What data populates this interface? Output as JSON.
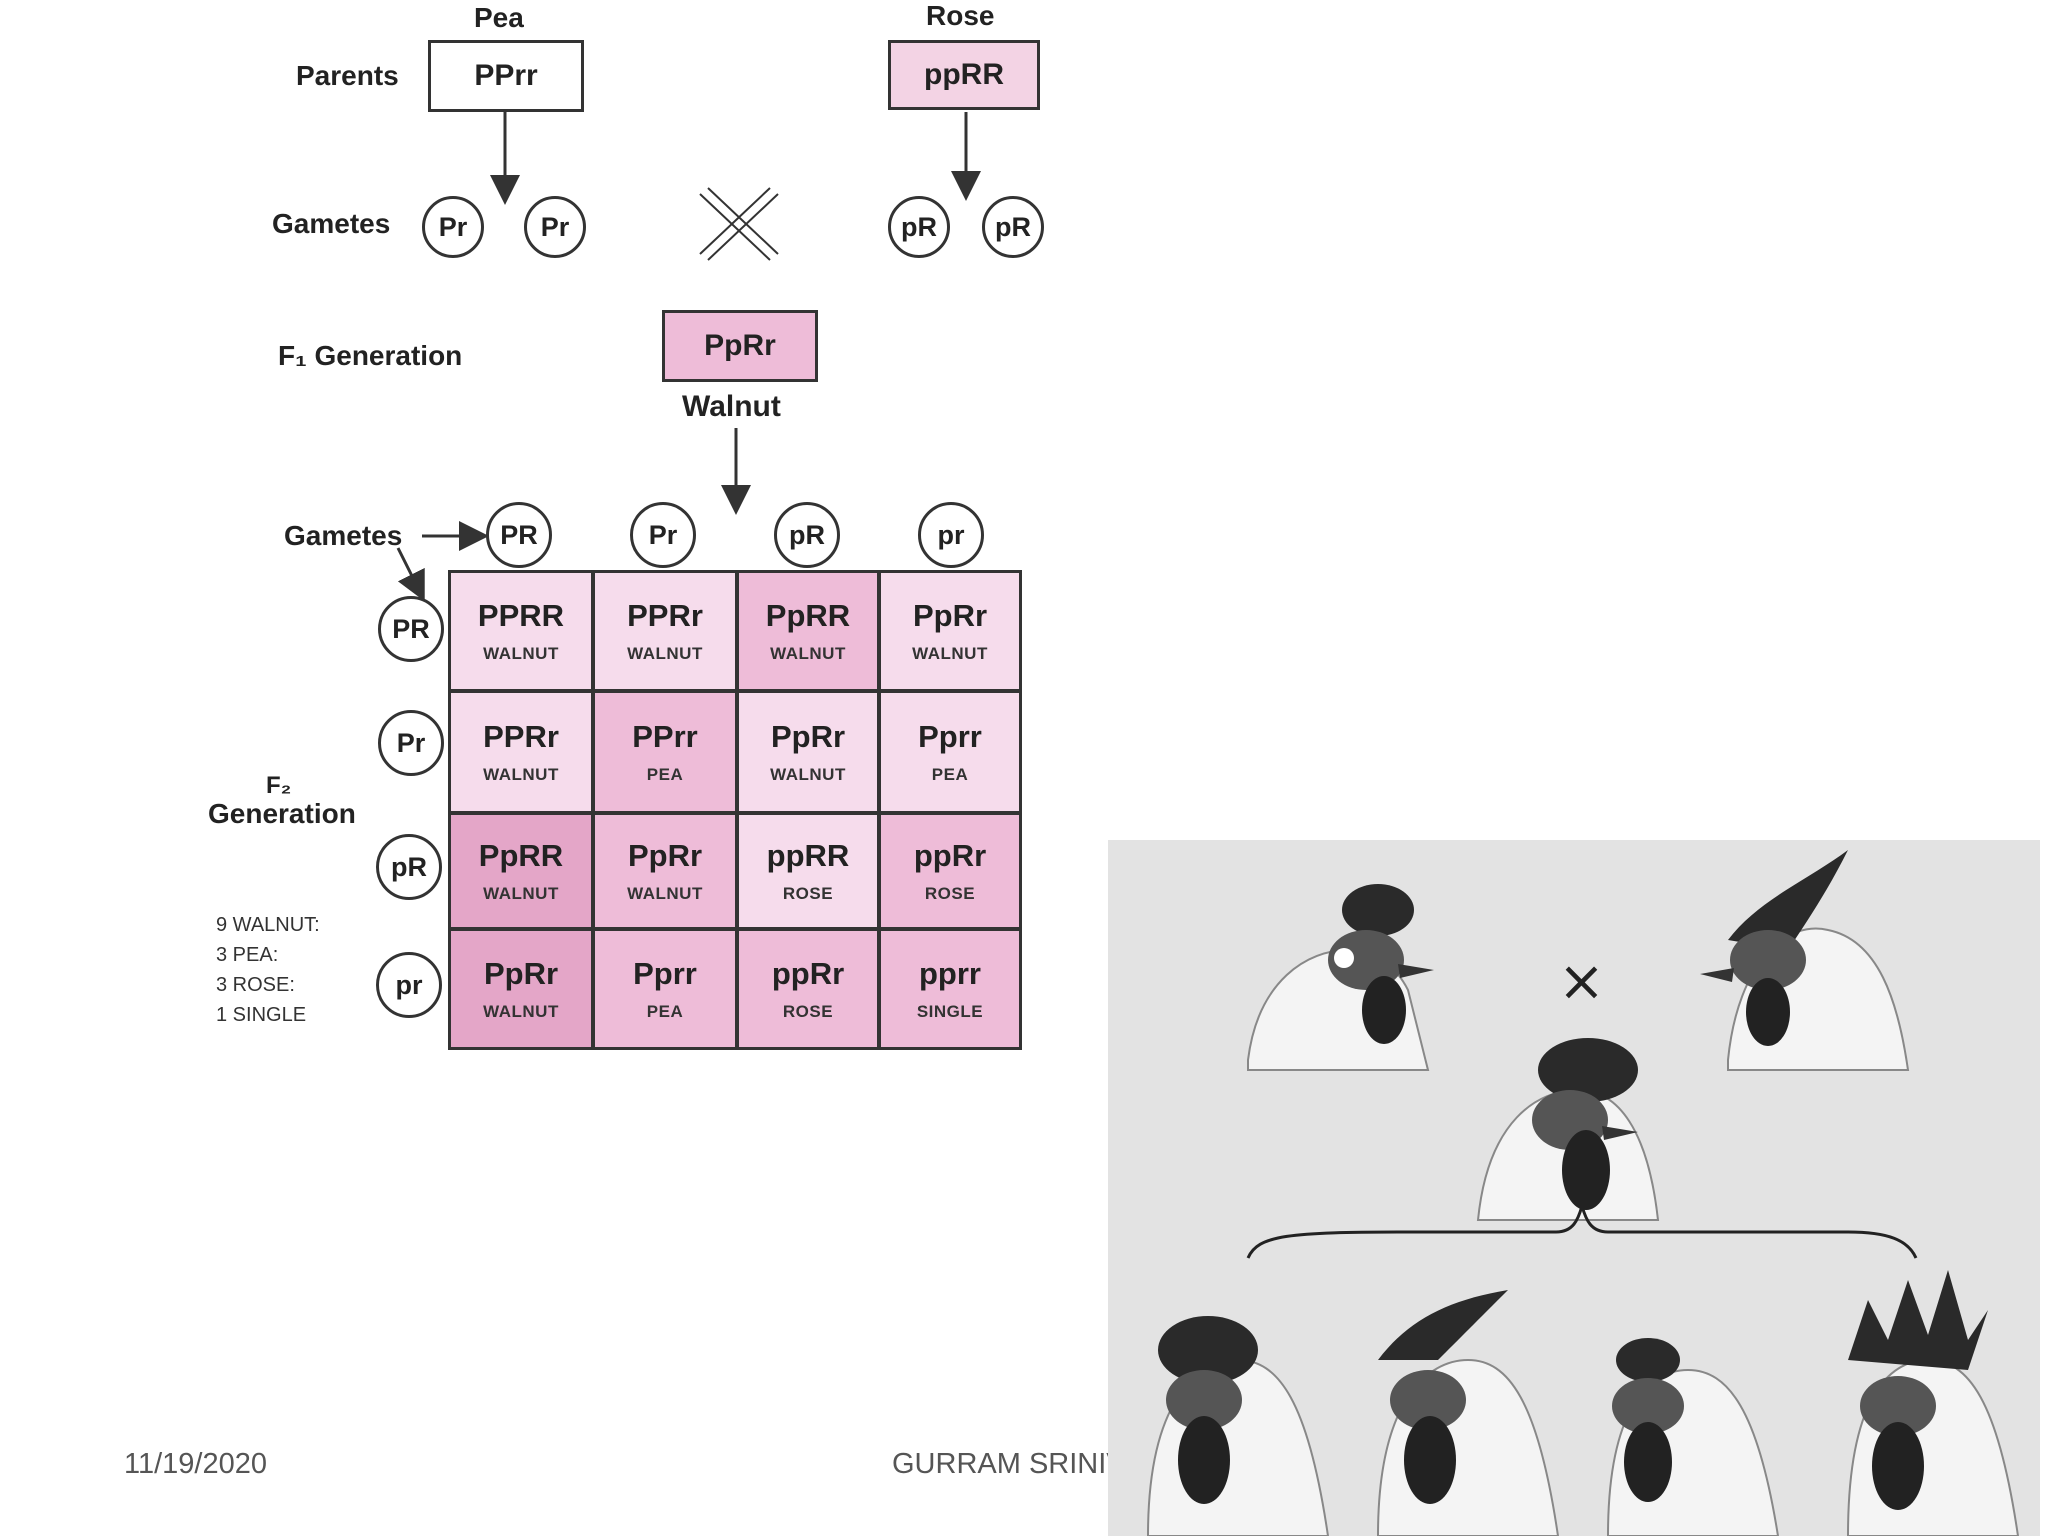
{
  "diagram": {
    "parent_labels": {
      "left": "Pea",
      "right": "Rose"
    },
    "row_labels": {
      "parents": "Parents",
      "gametes": "Gametes",
      "f1": "F₁ Generation",
      "gametes2": "Gametes",
      "f2_line1": "F₂",
      "f2_line2": "Generation"
    },
    "parents": {
      "pea_genotype": "PPrr",
      "rose_genotype": "ppRR"
    },
    "parent_gametes": {
      "pea": [
        "Pr",
        "Pr"
      ],
      "rose": [
        "pR",
        "pR"
      ]
    },
    "cross_symbol": "×",
    "f1": {
      "genotype": "PpRr",
      "phenotype": "Walnut"
    },
    "f2_gametes": [
      "PR",
      "Pr",
      "pR",
      "pr"
    ],
    "punnett": [
      [
        {
          "g": "PPRR",
          "p": "WALNUT"
        },
        {
          "g": "PPRr",
          "p": "WALNUT"
        },
        {
          "g": "PpRR",
          "p": "WALNUT"
        },
        {
          "g": "PpRr",
          "p": "WALNUT"
        }
      ],
      [
        {
          "g": "PPRr",
          "p": "WALNUT"
        },
        {
          "g": "PPrr",
          "p": "PEA"
        },
        {
          "g": "PpRr",
          "p": "WALNUT"
        },
        {
          "g": "Pprr",
          "p": "PEA"
        }
      ],
      [
        {
          "g": "PpRR",
          "p": "WALNUT"
        },
        {
          "g": "PpRr",
          "p": "WALNUT"
        },
        {
          "g": "ppRR",
          "p": "ROSE"
        },
        {
          "g": "ppRr",
          "p": "ROSE"
        }
      ],
      [
        {
          "g": "PpRr",
          "p": "WALNUT"
        },
        {
          "g": "Pprr",
          "p": "PEA"
        },
        {
          "g": "ppRr",
          "p": "ROSE"
        },
        {
          "g": "pprr",
          "p": "SINGLE"
        }
      ]
    ],
    "ratio": [
      "9 WALNUT:",
      "3 PEA:",
      "3 ROSE:",
      "1 SINGLE"
    ]
  },
  "footer": {
    "date": "11/19/2020",
    "author": "GURRAM SRINIVAS"
  },
  "photo": {
    "cross_symbol": "×"
  },
  "colors": {
    "pink_light": "#f6dcec",
    "pink_medium": "#eebcd8",
    "pink_dark": "#e4a6c8",
    "line": "#333333"
  }
}
